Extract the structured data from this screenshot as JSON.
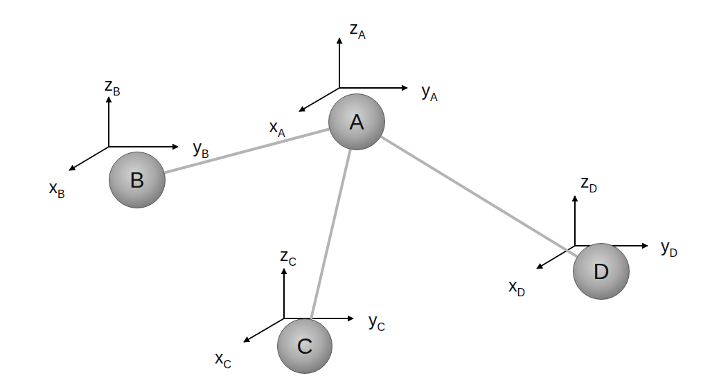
{
  "diagram": {
    "nodes": [
      {
        "text": [
          "A"
        ]
      },
      {
        "text": [
          "B"
        ]
      },
      {
        "text": [
          "C"
        ]
      },
      {
        "text": [
          "D"
        ]
      }
    ],
    "edges": [
      {
        "from": 0,
        "to": 1,
        "arrow": "none"
      },
      {
        "from": 0,
        "to": 2,
        "arrow": "none"
      },
      {
        "from": 0,
        "to": 3,
        "arrow": "none"
      }
    ],
    "labels": [
      "zA",
      "yA",
      "xA",
      "zB",
      "yB",
      "xB",
      "zC",
      "yC",
      "xC",
      "zD",
      "yD",
      "xD"
    ]
  }
}
